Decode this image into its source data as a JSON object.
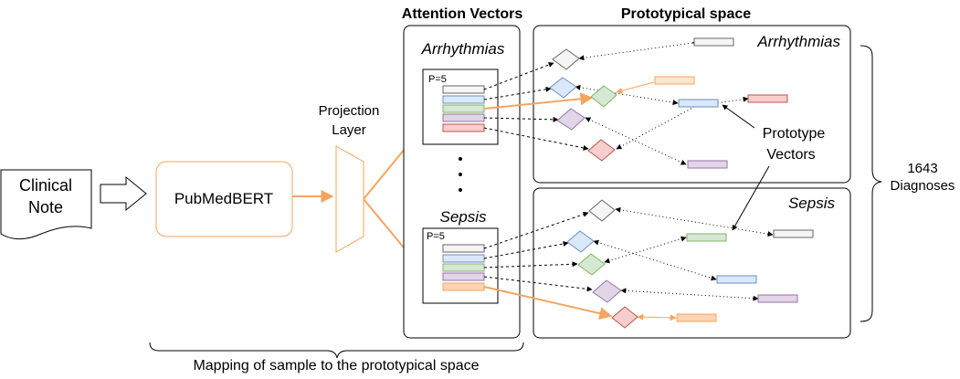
{
  "input": {
    "label_line1": "Clinical",
    "label_line2": "Note"
  },
  "encoder": {
    "label": "PubMedBERT"
  },
  "projection": {
    "label_line1": "Projection",
    "label_line2": "Layer"
  },
  "attention": {
    "title": "Attention Vectors",
    "groups": [
      {
        "name": "Arrhythmias",
        "p_label": "P=5"
      },
      {
        "name": "Sepsis",
        "p_label": "P=5"
      }
    ],
    "ellipsis": "•\n•\n•"
  },
  "prototypical": {
    "title": "Prototypical space",
    "panels": [
      {
        "name": "Arrhythmias"
      },
      {
        "name": "Sepsis"
      }
    ],
    "callout": {
      "line1": "Prototype",
      "line2": "Vectors"
    }
  },
  "diagnoses": {
    "line1": "1643",
    "line2": "Diagnoses"
  },
  "mapping": {
    "label": "Mapping of sample to the prototypical space"
  },
  "colors": {
    "orange": "#f5a55f",
    "gray": "#f5f5f5",
    "blue": "#dae8fc",
    "green": "#d5e8d4",
    "purple": "#e1d5e7",
    "red": "#f8cecc",
    "peach": "#ffd3b6",
    "yellow": "#ffe6cc"
  }
}
